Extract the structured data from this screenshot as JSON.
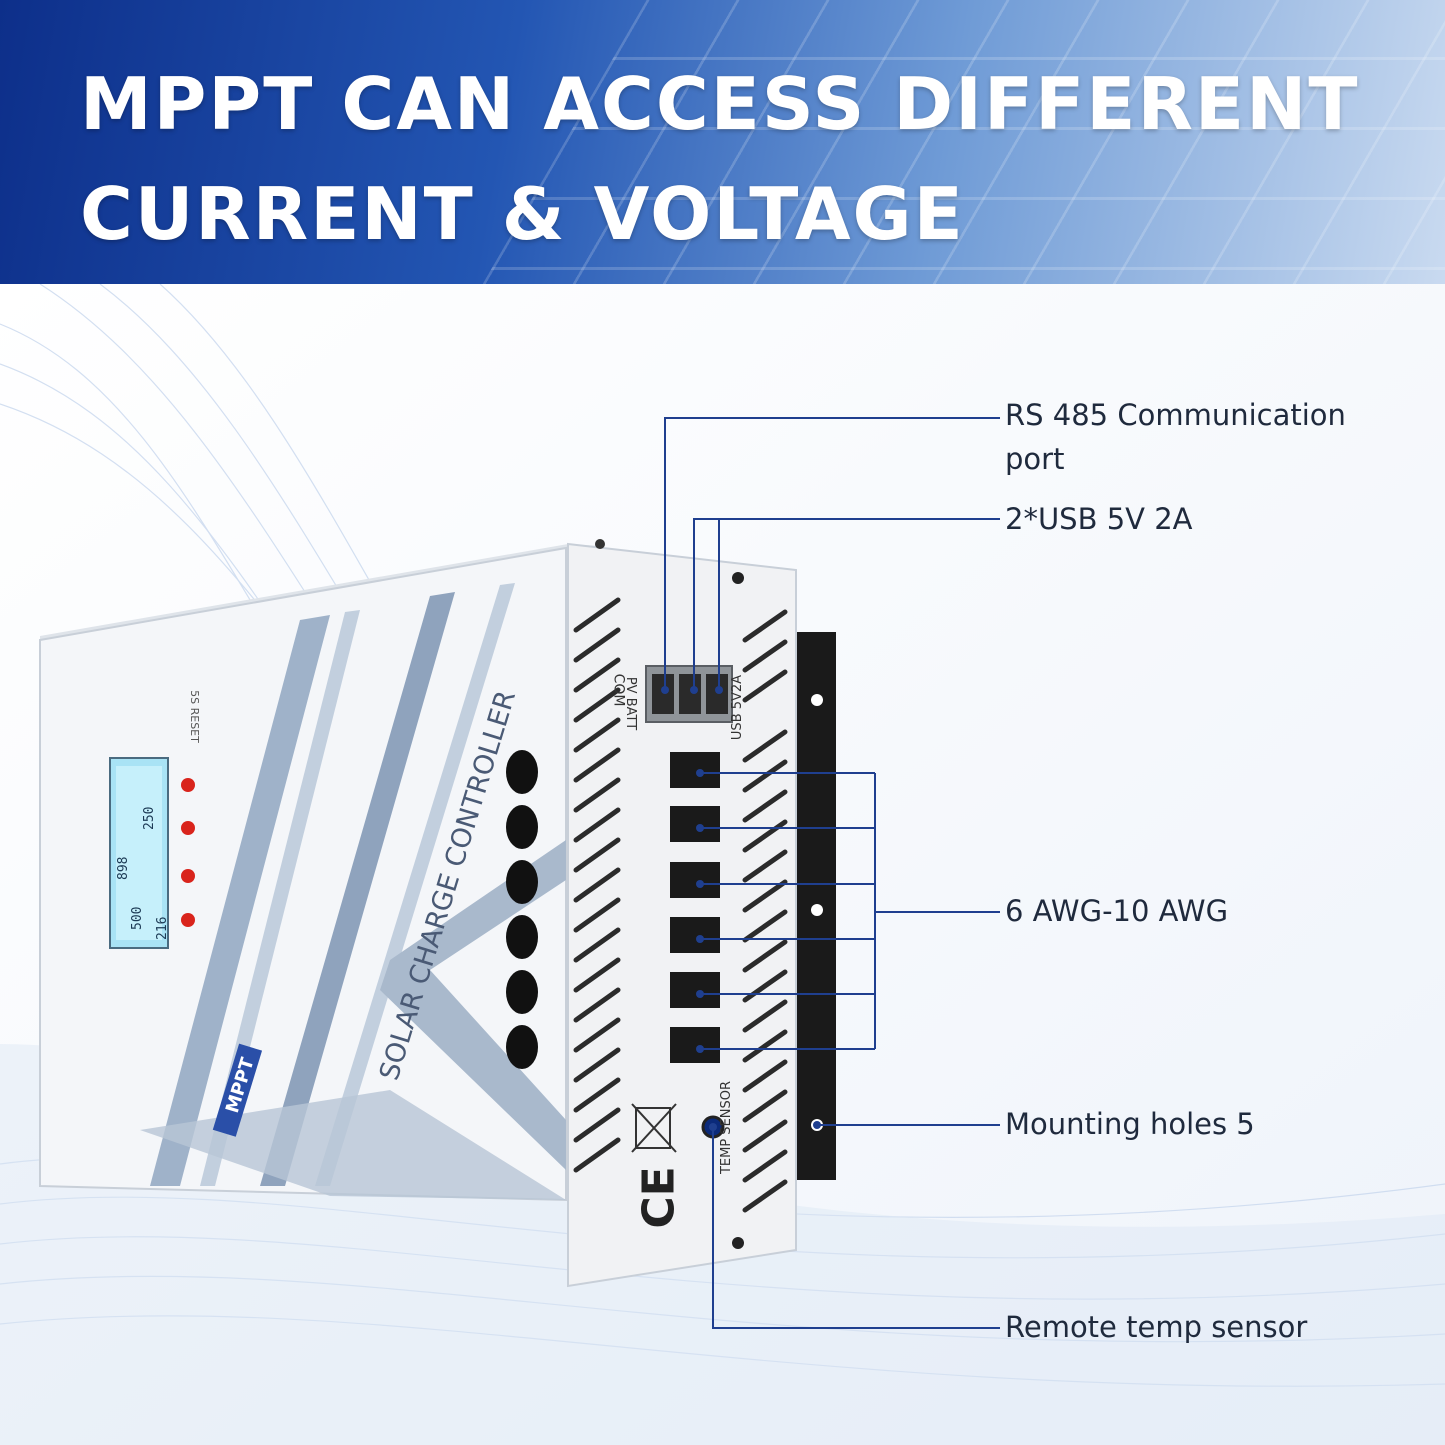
{
  "header": {
    "title_line1": "MPPT CAN ACCESS DIFFERENT",
    "title_line2": "CURRENT & VOLTAGE"
  },
  "callouts": {
    "rs485": "RS 485 Communication",
    "rs485_line2": "port",
    "usb": "2*USB  5V  2A",
    "awg": "6 AWG-10 AWG",
    "mounting": "Mounting holes 5",
    "temp": "Remote temp sensor"
  },
  "device": {
    "front_text": "SOLAR CHARGE CONTROLLER",
    "badge": "MPPT",
    "reset_text": "5S RESET",
    "side_port_com": "COM",
    "side_port_pv": "PV BATT",
    "side_port_usb": "USB 5V2A",
    "temp_sensor_label": "TEMP SENSOR",
    "ce_mark": "CE",
    "lcd_line1": "898",
    "lcd_line2": "500",
    "lcd_line3": "250",
    "lcd_line4": "216"
  },
  "colors": {
    "header_dark": "#0d2f8a",
    "leader_line": "#1f3f8f",
    "device_white": "#f4f6f9",
    "accent_blue": "#9fb2c9",
    "button_red": "#d9241c"
  }
}
